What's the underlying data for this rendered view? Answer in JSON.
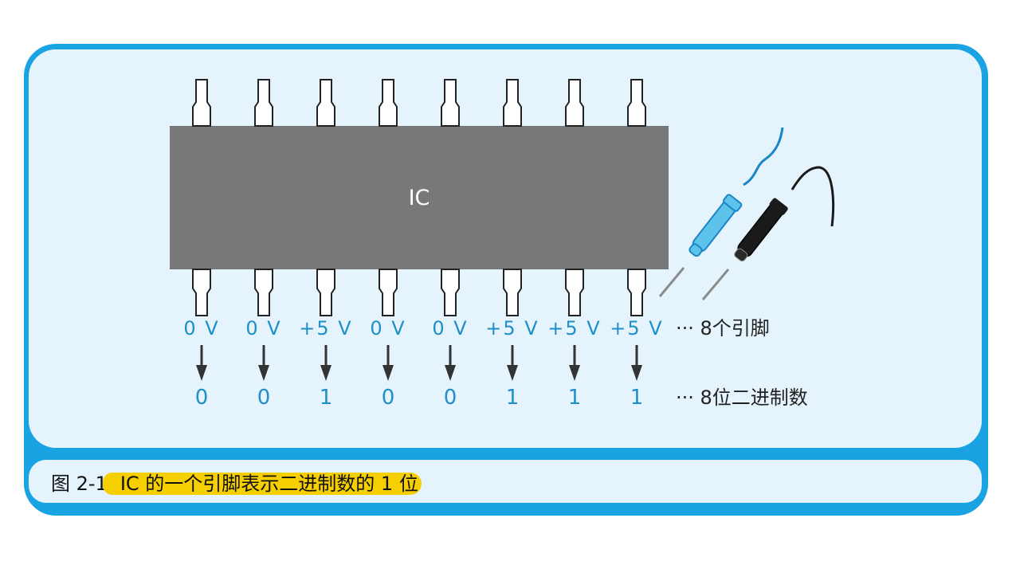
{
  "chip": {
    "label": "IC"
  },
  "pins": [
    {
      "voltage": "0 V",
      "bit": "0"
    },
    {
      "voltage": "0 V",
      "bit": "0"
    },
    {
      "voltage": "+5 V",
      "bit": "1"
    },
    {
      "voltage": "0 V",
      "bit": "0"
    },
    {
      "voltage": "0 V",
      "bit": "0"
    },
    {
      "voltage": "+5 V",
      "bit": "1"
    },
    {
      "voltage": "+5 V",
      "bit": "1"
    },
    {
      "voltage": "+5 V",
      "bit": "1"
    }
  ],
  "notes": {
    "pins": "··· 8个引脚",
    "bits": "··· 8位二进制数"
  },
  "caption": {
    "number": "图 2-1",
    "text": "IC 的一个引脚表示二进制数的 1 位"
  },
  "colors": {
    "frame": "#1aa3e3",
    "panel": "#e5f4fc",
    "chip": "#78787b",
    "value_text": "#1f8fc8",
    "highlight": "#f6cf00",
    "probe_blue": "#5ec3ea",
    "probe_black": "#1a1a1a"
  }
}
